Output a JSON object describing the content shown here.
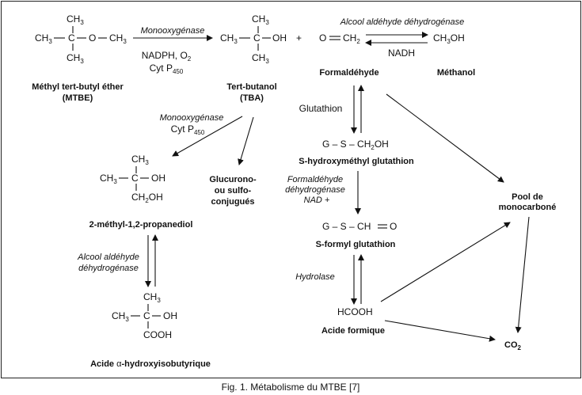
{
  "molecules": {
    "mtbe": {
      "ch3_top": "CH",
      "ch3_left": "CH",
      "c": "C",
      "o": "O",
      "ch3_right": "CH",
      "ch3_bottom": "CH",
      "sub3": "3",
      "name": "Méthyl tert-butyl éther",
      "abbr": "(MTBE)"
    },
    "tba": {
      "ch3_top": "CH",
      "ch3_left": "CH",
      "c": "C",
      "oh": "OH",
      "ch3_bottom": "CH",
      "sub3": "3",
      "name": "Tert-butanol",
      "abbr": "(TBA)"
    },
    "plus": "+",
    "formaldehyde": {
      "o": "O",
      "ch": "CH",
      "sub2": "2",
      "name": "Formaldéhyde"
    },
    "methanol": {
      "ch": "CH",
      "sub3": "3",
      "oh": "OH",
      "name": "Méthanol"
    },
    "hmg": {
      "formula": "G  –  S  – CH",
      "sub2": "2",
      "oh": "OH",
      "name": "S-hydroxyméthyl glutathion"
    },
    "fg": {
      "formula": "G  –  S  – CH",
      "o": "O",
      "name": "S-formyl glutathion"
    },
    "formic": {
      "formula": "HCOOH",
      "name": "Acide formique"
    },
    "pool": {
      "line1": "Pool de",
      "line2": "monocarboné"
    },
    "co2": {
      "co": "CO",
      "sub2": "2"
    },
    "glucurono": {
      "line1": "Glucurono-",
      "line2": "ou sulfo-",
      "line3": "conjugués"
    },
    "propanediol": {
      "ch3_top": "CH",
      "ch3_left": "CH",
      "c": "C",
      "oh": "OH",
      "ch2oh": "CH",
      "sub2": "2",
      "oh2": "OH",
      "sub3": "3",
      "name": "2-méthyl-1,2-propanediol"
    },
    "hib": {
      "ch3_top": "CH",
      "ch3_left": "CH",
      "c": "C",
      "oh": "OH",
      "cooh": "COOH",
      "sub3": "3",
      "name_prefix": "Acide ",
      "alpha": "α",
      "name_suffix": "-hydroxyisobutyrique"
    }
  },
  "labels": {
    "monooxygenase1": "Monooxygénase",
    "cofactor1": "NADPH, O",
    "cofactor1_sub": "2",
    "cyp1": "Cyt P",
    "cyp_sub": "450",
    "monooxygenase2": "Monooxygénase",
    "cyp2": "Cyt P",
    "alcohol_ald_top": "Alcool aldéhyde déhydrogénase",
    "nadh": "NADH",
    "glutathion": "Glutathion",
    "fdh1": "Formaldéhyde",
    "fdh2": "déhydrogénase",
    "nad": "NAD +",
    "alcohol_ald_left1": "Alcool aldéhyde",
    "alcohol_ald_left2": "déhydrogénase",
    "hydrolase": "Hydrolase"
  },
  "caption": "Fig. 1. Métabolisme du MTBE [7]"
}
